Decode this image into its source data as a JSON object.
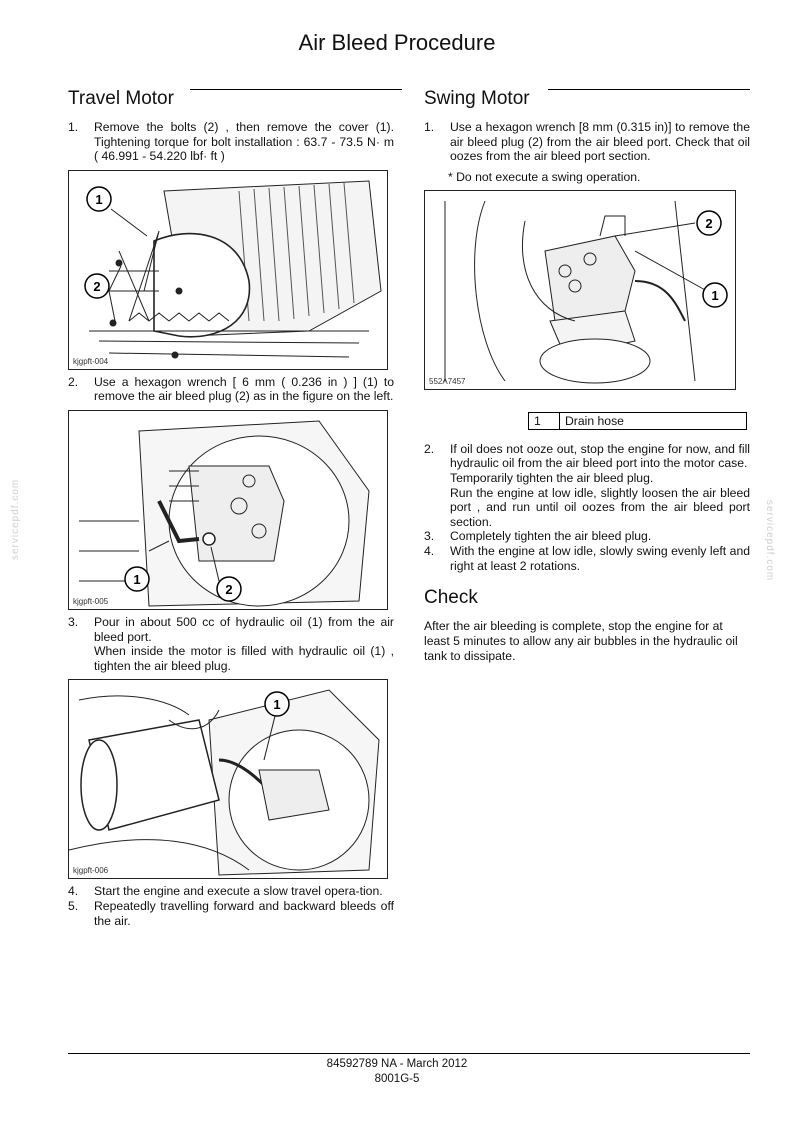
{
  "title": "Air Bleed Procedure",
  "travel": {
    "heading": "Travel Motor",
    "step1": {
      "num": "1.",
      "text": "Remove the bolts (2) , then remove the cover (1). Tightening torque for bolt installation : 63.7 - 73.5 N· m ( 46.991 - 54.220 lbf· ft )"
    },
    "fig1": {
      "caption": "kjgpft-004",
      "callout1": "1",
      "callout2": "2"
    },
    "step2": {
      "num": "2.",
      "text": "Use a hexagon wrench [ 6 mm ( 0.236 in ) ] (1) to remove the air bleed plug (2) as in the figure on the left."
    },
    "fig2": {
      "caption": "kjgpft-005",
      "callout1": "1",
      "callout2": "2"
    },
    "step3": {
      "num": "3.",
      "text": "Pour in about 500 cc of hydraulic oil (1) from the air bleed port.",
      "text2": "When inside the motor is filled with hydraulic oil (1) , tighten the air bleed plug."
    },
    "fig3": {
      "caption": "kjgpft-006",
      "callout1": "1"
    },
    "step4": {
      "num": "4.",
      "text": "Start the engine and execute a slow travel opera-tion."
    },
    "step5": {
      "num": "5.",
      "text": "Repeatedly travelling forward and backward bleeds off the air."
    }
  },
  "swing": {
    "heading": "Swing Motor",
    "step1": {
      "num": "1.",
      "text": "Use a hexagon wrench [8 mm (0.315 in)] to remove the air bleed plug (2) from the air bleed port. Check that oil oozes from the air bleed port section."
    },
    "note": "* Do not execute a swing operation.",
    "fig": {
      "caption": "552A7457",
      "callout1": "1",
      "callout2": "2"
    },
    "legend": {
      "num": "1",
      "label": "Drain hose"
    },
    "step2": {
      "num": "2.",
      "text": "If oil does not ooze out, stop the engine for now, and fill hydraulic oil from the air bleed port into the motor case.",
      "text2": "Temporarily tighten the air bleed plug.",
      "text3": "Run the engine at low idle, slightly loosen the air bleed port , and run until oil oozes from the air bleed port section."
    },
    "step3": {
      "num": "3.",
      "text": "Completely tighten the air bleed plug."
    },
    "step4": {
      "num": "4.",
      "text": "With the engine at low idle, slowly swing evenly left and right at least 2 rotations."
    },
    "check_heading": "Check",
    "check_text": "After the air bleeding is complete, stop the engine for at least 5 minutes to allow any air bubbles in the hydraulic oil tank to dissipate."
  },
  "footer": {
    "doc": "84592789 NA - March 2012",
    "page": "8001G-5"
  },
  "watermark": "servicepdf.com"
}
